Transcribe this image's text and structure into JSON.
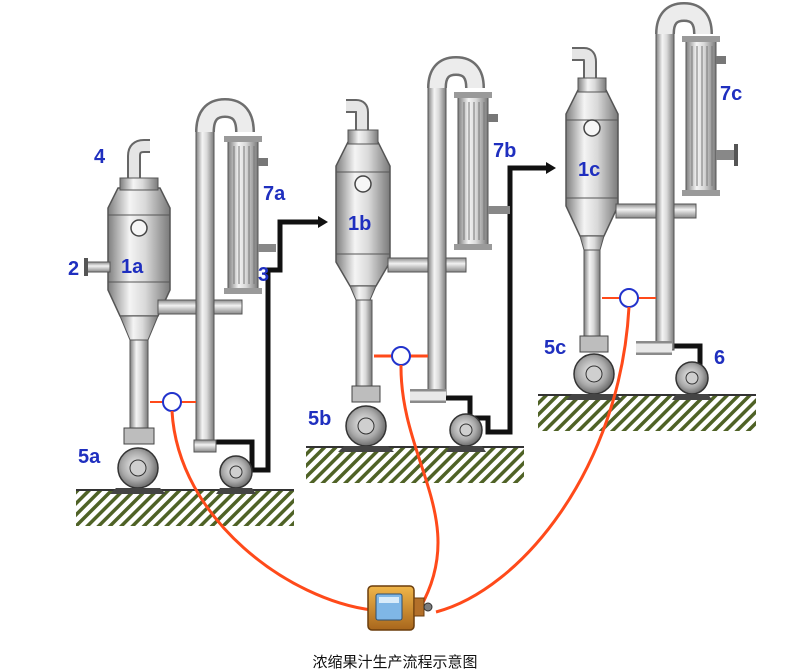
{
  "caption": "浓缩果汁生产流程示意图",
  "labels": {
    "l4": "4",
    "l2": "2",
    "l1a": "1a",
    "l7a": "7a",
    "l3": "3",
    "l5a": "5a",
    "l1b": "1b",
    "l7b": "7b",
    "l5b": "5b",
    "l1c": "1c",
    "l7c": "7c",
    "l5c": "5c",
    "l6": "6"
  },
  "colors": {
    "label": "#1f2fbf",
    "signal_line": "#ff4a1a",
    "sensor": "#2233cc",
    "pipe_dark": "#111111",
    "steel_light": "#e9e9e9",
    "steel_dark": "#8c8c8c",
    "ground": "#5a6b2e"
  },
  "icons": {
    "controller": "controller-device-icon",
    "sensor": "sensor-circle-icon"
  }
}
